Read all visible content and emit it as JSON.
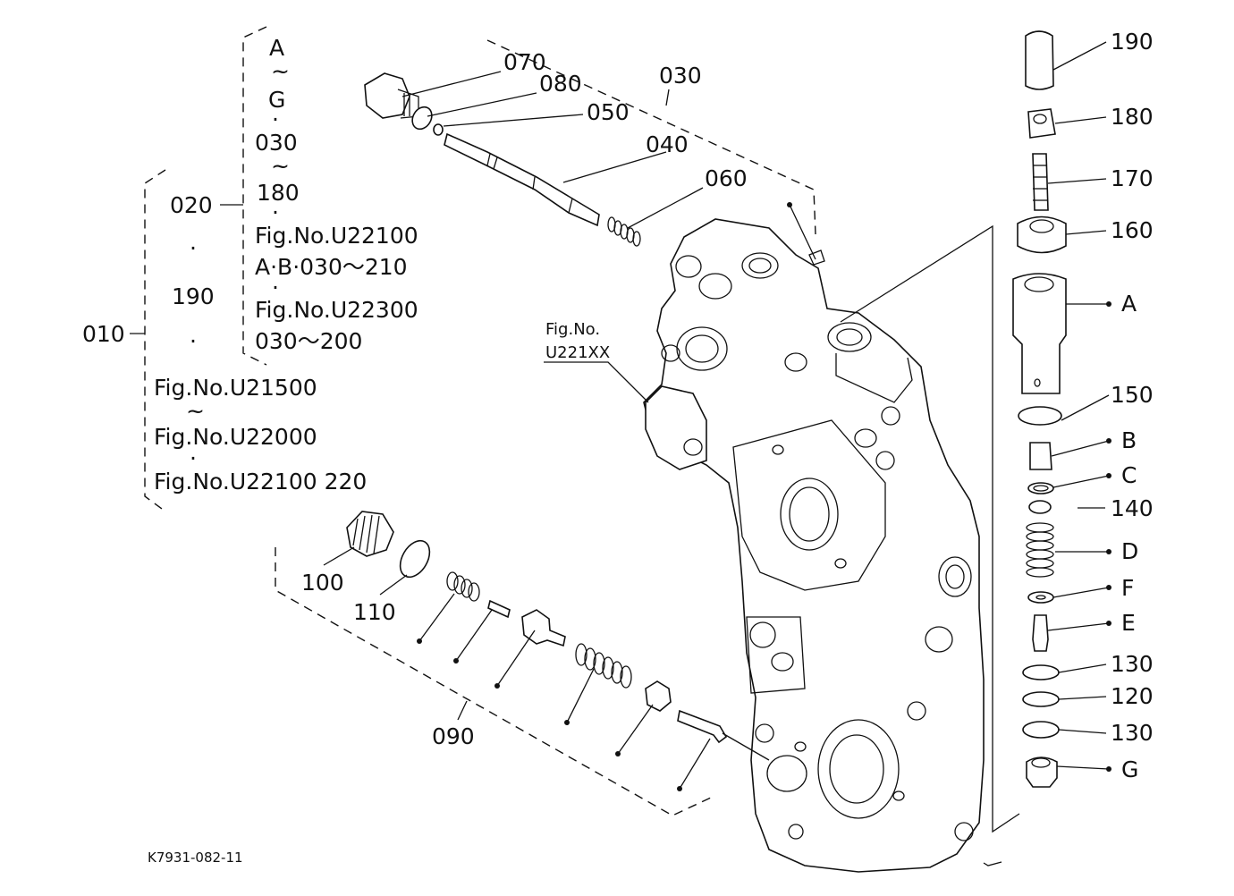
{
  "figure_code": "K7931-082-11",
  "bracket_left": {
    "ref_010": "010",
    "ref_020": "020",
    "ref_190": "190",
    "dot": "·",
    "fig_a": "Fig.No.U21500",
    "tilde": "~",
    "fig_b": "Fig.No.U22000",
    "fig_c": "Fig.No.U22100  220"
  },
  "bracket_top": {
    "line1": "A",
    "tilde": "~",
    "line2": "G",
    "dot": "·",
    "line3": "030",
    "line4": "180",
    "line5": "Fig.No.U22100",
    "line6": "A·B·030～210",
    "line7": "Fig.No.U22300",
    "line8": "030～200"
  },
  "housing_ref": {
    "line1": "Fig.No.",
    "line2": "U221XX"
  },
  "callouts": {
    "p030": "030",
    "p040": "040",
    "p050": "050",
    "p060": "060",
    "p070": "070",
    "p080": "080",
    "p090": "090",
    "p100": "100",
    "p110": "110",
    "p120": "120",
    "p130a": "130",
    "p130b": "130",
    "p140": "140",
    "p150": "150",
    "p160": "160",
    "p170": "170",
    "p180": "180",
    "p190": "190",
    "pA": "A",
    "pB": "B",
    "pC": "C",
    "pD": "D",
    "pE": "E",
    "pF": "F",
    "pG": "G"
  }
}
